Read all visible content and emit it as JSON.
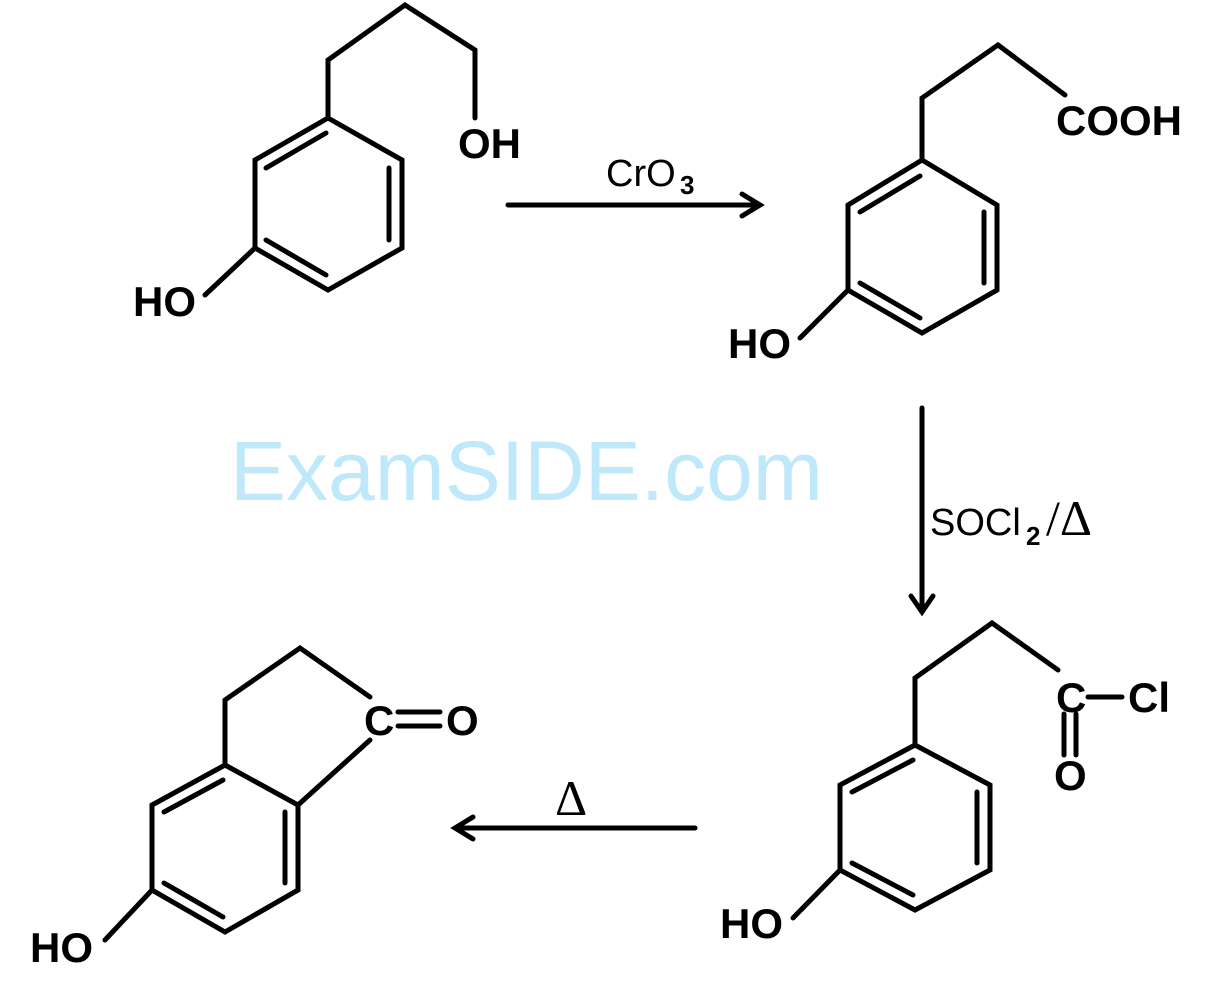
{
  "watermark": "ExamSIDE.com",
  "molecules": {
    "start": {
      "hydroxyl": "HO",
      "terminal_group": "OH"
    },
    "acid": {
      "hydroxyl": "HO",
      "terminal_group": "COOH"
    },
    "acyl_chloride": {
      "hydroxyl": "HO",
      "carbon": "C",
      "chlorine": "Cl",
      "oxygen": "O"
    },
    "product": {
      "hydroxyl": "HO",
      "carbon": "C",
      "oxygen": "O"
    }
  },
  "reagents": {
    "step1": {
      "main": "CrO",
      "subscript": "3"
    },
    "step2": {
      "main": "SOCl",
      "subscript": "2",
      "suffix": "/Δ"
    },
    "step3": {
      "main": "Δ"
    }
  }
}
